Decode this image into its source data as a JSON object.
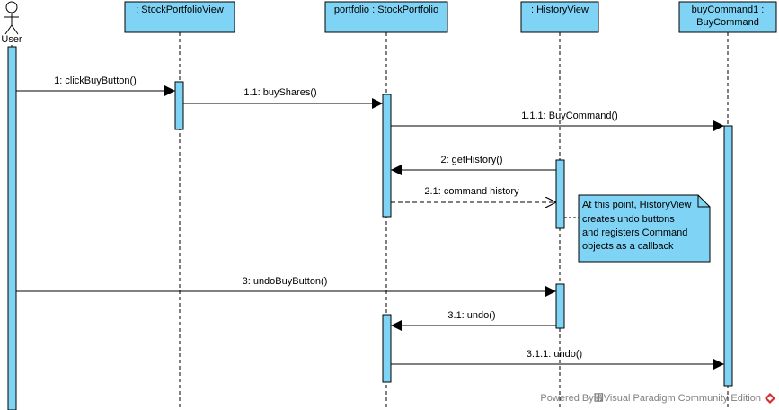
{
  "diagram": {
    "actor": {
      "label": "User"
    },
    "lifelines": [
      {
        "id": "spv",
        "label": ": StockPortfolioView"
      },
      {
        "id": "sp",
        "label": "portfolio : StockPortfolio"
      },
      {
        "id": "hv",
        "label": ": HistoryView"
      },
      {
        "id": "bc",
        "label": "buyCommand1 :",
        "label2": "BuyCommand"
      }
    ],
    "messages": [
      {
        "label": "1: clickBuyButton()",
        "kind": "call"
      },
      {
        "label": "1.1: buyShares()",
        "kind": "call"
      },
      {
        "label": "1.1.1: BuyCommand()",
        "kind": "call"
      },
      {
        "label": "2: getHistory()",
        "kind": "call"
      },
      {
        "label": "2.1: command history",
        "kind": "return"
      },
      {
        "label": "3: undoBuyButton()",
        "kind": "call"
      },
      {
        "label": "3.1: undo()",
        "kind": "call"
      },
      {
        "label": "3.1.1: undo()",
        "kind": "call"
      }
    ],
    "note": {
      "lines": [
        "At this point, HistoryView",
        "creates undo buttons",
        "and registers Command",
        "objects as a callback"
      ]
    },
    "colors": {
      "fill": "#7fd3f5",
      "stroke": "#000000",
      "lifeline": "#000000"
    }
  },
  "footer": {
    "text": "Powered By⃿Visual Paradigm Community Edition"
  }
}
